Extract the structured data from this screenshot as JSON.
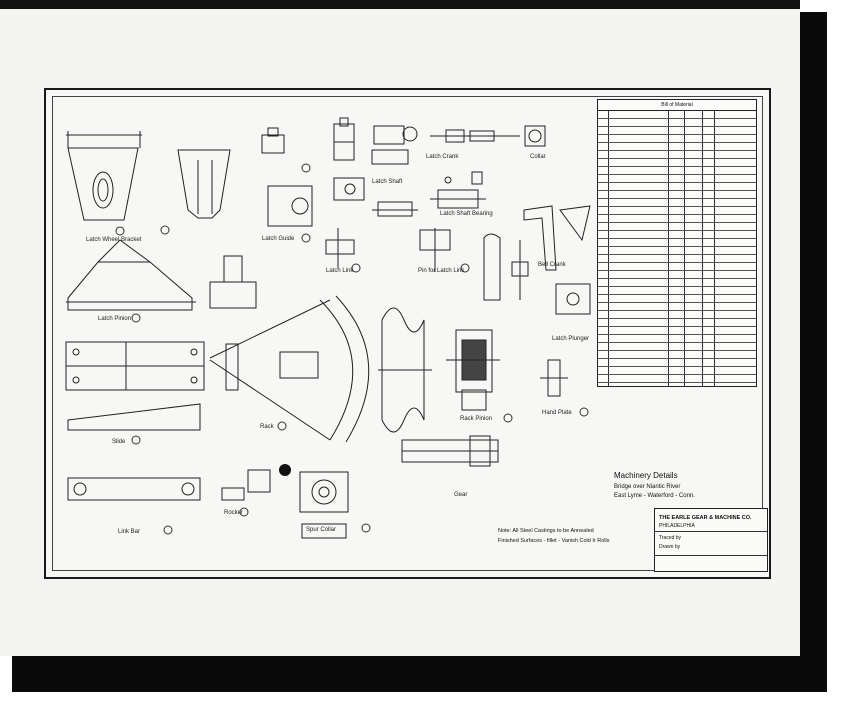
{
  "drawing": {
    "title_line1": "Machinery Details",
    "title_line2": "Bridge over Niantic River",
    "title_line3": "East Lyme - Waterford - Conn.",
    "note_line1": "Note: All Steel Castings to be Annealed",
    "note_line2": "Finished Surfaces - fillet - Vanish Cold Ir Rolls",
    "company": "THE EARLE GEAR & MACHINE CO.",
    "company_city": "PHILADELPHIA",
    "traced_by": "Traced by",
    "drawn_by": "Drawn by",
    "bom_heading": "Bill of Material"
  },
  "parts": {
    "lever_wheel_bracket": "Latch Wheel Bracket",
    "latch_pinion": "Latch Pinion",
    "latch_guide": "Latch Guide",
    "slide": "Slide",
    "link_bar": "Link Bar",
    "rack": "Rack",
    "rocker": "Rocker",
    "spur_collar": "Spur Collar",
    "latch_shaft_bearing": "Latch Shaft Bearing",
    "latch_link": "Latch Link",
    "pin_for_latch_link": "Pin for Latch Link",
    "rack_pinion": "Rack Pinion",
    "gear": "Gear",
    "bell_crank": "Bell Crank",
    "latch_plunger": "Latch Plunger",
    "hand_plate": "Hand Plate",
    "latch_crank": "Latch Crank",
    "latch_shaft": "Latch Shaft",
    "collar": "Collar"
  }
}
